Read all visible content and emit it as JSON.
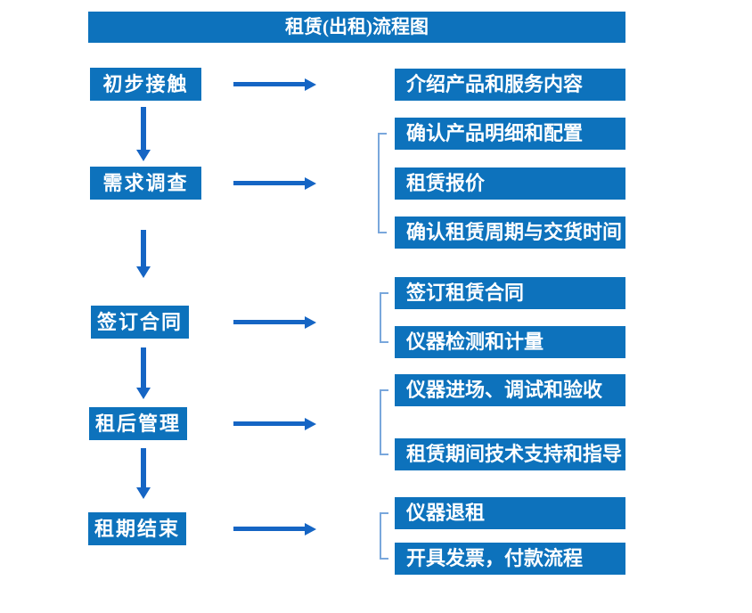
{
  "title": "租赁(出租)流程图",
  "colors": {
    "box_blue": "#0d72bc",
    "arrow_blue": "#1565c4",
    "bracket_blue": "#79a7dc",
    "text_white": "#ffffff",
    "background": "#ffffff"
  },
  "steps": [
    {
      "label": "初步接触",
      "details": [
        "介绍产品和服务内容"
      ]
    },
    {
      "label": "需求调查",
      "details": [
        "确认产品明细和配置",
        "租赁报价",
        "确认租赁周期与交货时间"
      ]
    },
    {
      "label": "签订合同",
      "details": [
        "签订租赁合同",
        "仪器检测和计量"
      ]
    },
    {
      "label": "租后管理",
      "details": [
        "仪器进场、调试和验收",
        "租赁期间技术支持和指导"
      ]
    },
    {
      "label": "租期结束",
      "details": [
        "仪器退租",
        "开具发票，付款流程"
      ]
    }
  ]
}
